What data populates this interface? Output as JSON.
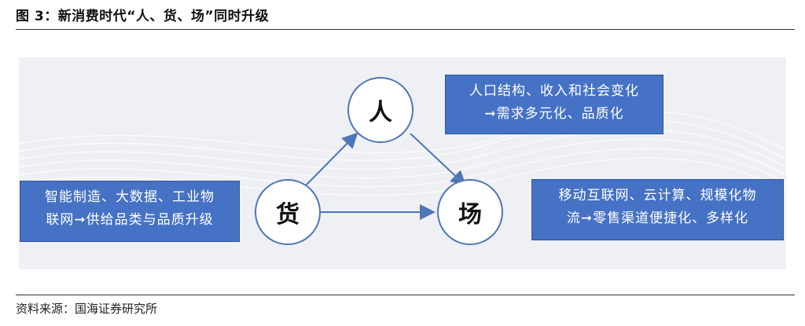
{
  "figure": {
    "title": "图 3：新消费时代“人、货、场”同时升级",
    "source": "资料来源：国海证券研究所"
  },
  "nodes": {
    "ren": "人",
    "huo": "货",
    "chang": "场"
  },
  "boxes": {
    "top_right": {
      "line1": "人口结构、收入和社会变化",
      "line2": "➞需求多元化、品质化"
    },
    "left": {
      "line1": "智能制造、大数据、工业物",
      "line2": "联网➞供给品类与品质升级"
    },
    "right": {
      "line1": "移动互联网、云计算、规模化物",
      "line2": "流➞零售渠道便捷化、多样化"
    }
  },
  "colors": {
    "box_fill": "#4572c4",
    "node_border": "#4f76b7",
    "arrow": "#4f76b7",
    "panel_bg": "#eef0f3"
  }
}
